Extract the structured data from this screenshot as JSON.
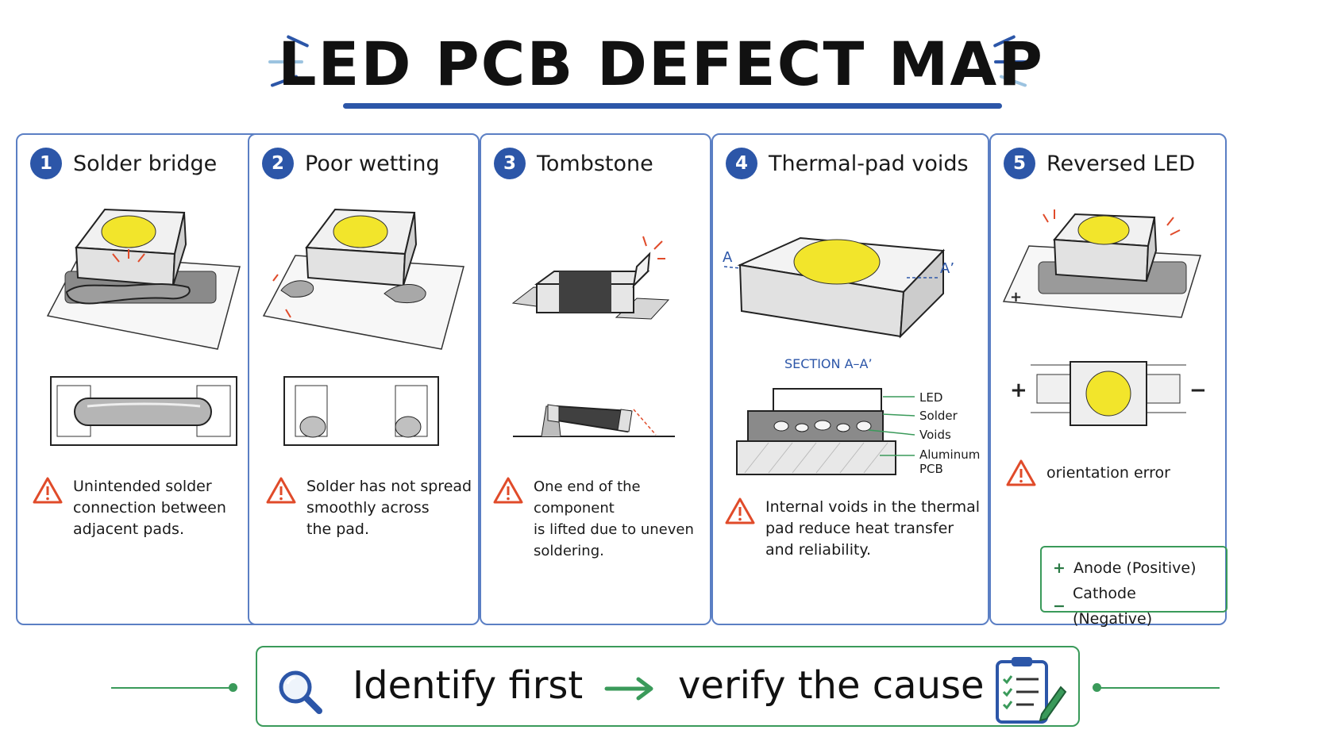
{
  "title": "LED PCB DEFECT MAP",
  "colors": {
    "accent_blue": "#2c56a8",
    "panel_border": "#5b7fc4",
    "led_yellow": "#f2e52b",
    "warning_red": "#e04b2a",
    "green": "#3a9a5a"
  },
  "panels": [
    {
      "number": "1",
      "title": "Solder bridge",
      "description": [
        "Unintended solder",
        "connection between",
        "adjacent pads."
      ]
    },
    {
      "number": "2",
      "title": "Poor wetting",
      "description": [
        "Solder has not spread",
        "smoothly across",
        "the pad."
      ]
    },
    {
      "number": "3",
      "title": "Tombstone",
      "description": [
        "One end of the component",
        "is lifted due to uneven",
        "soldering."
      ]
    },
    {
      "number": "4",
      "title": "Thermal-pad voids",
      "description": [
        "Internal voids in the thermal",
        "pad reduce heat transfer",
        "and reliability."
      ],
      "section": {
        "marker_left": "A",
        "marker_right": "A’",
        "label": "SECTION A–A’",
        "layers": [
          "LED",
          "Solder",
          "Voids",
          "Aluminum",
          "PCB"
        ]
      }
    },
    {
      "number": "5",
      "title": "Reversed LED",
      "description": [
        "orientation error"
      ],
      "polarity": {
        "plus": "+",
        "minus": "−"
      },
      "legend": [
        {
          "symbol": "+",
          "label": "Anode (Positive)"
        },
        {
          "symbol": "−",
          "label": "Cathode (Negative)"
        }
      ]
    }
  ],
  "bottom": {
    "left_text": "Identify first",
    "right_text": "verify the cause",
    "icons": [
      "magnifier-icon",
      "arrow-right-icon",
      "clipboard-checklist-icon"
    ]
  }
}
